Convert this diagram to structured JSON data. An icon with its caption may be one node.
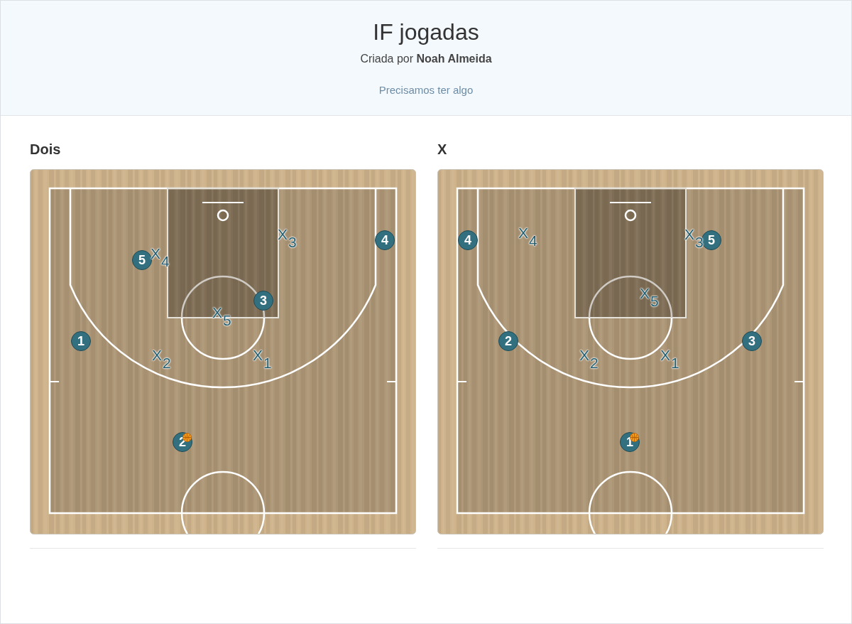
{
  "diagram": {
    "title": "IF jogadas",
    "nodes": [
      {
        "text": [
          "Dois"
        ]
      },
      {
        "text": [
          "4"
        ],
        "in": 0
      },
      {
        "text": [
          "5"
        ],
        "in": 0
      },
      {
        "text": [
          "3"
        ],
        "in": 0
      },
      {
        "text": [
          "1"
        ],
        "in": 0
      },
      {
        "text": [
          "2"
        ],
        "in": 0
      },
      {
        "text": [
          "X"
        ]
      },
      {
        "text": [
          "4"
        ],
        "in": 6
      },
      {
        "text": [
          "5"
        ],
        "in": 6
      },
      {
        "text": [
          "2"
        ],
        "in": 6
      },
      {
        "text": [
          "3"
        ],
        "in": 6
      },
      {
        "text": [
          "1"
        ],
        "in": 6
      }
    ],
    "labels": [
      "Criada por **Noah Almeida**",
      "Precisamos ter algo",
      "X$_{3}$",
      "X$_{4}$",
      "X$_{5}$",
      "X$_{2}$",
      "X$_{1}$",
      "X$_{4}$",
      "X$_{3}$",
      "X$_{5}$",
      "X$_{2}$",
      "X$_{1}$"
    ]
  }
}
